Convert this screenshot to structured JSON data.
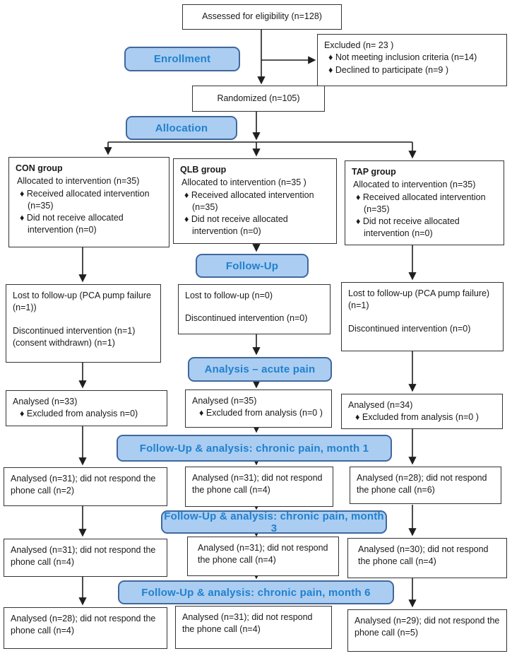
{
  "top": {
    "assessed": "Assessed for eligibility (n=128)",
    "excluded_title": "Excluded  (n= 23  )",
    "excluded_items": [
      "♦  Not meeting inclusion criteria (n=14)",
      "♦  Declined to participate (n=9 )"
    ],
    "randomized": "Randomized (n=105)"
  },
  "labels": {
    "enrollment": "Enrollment",
    "allocation": "Allocation",
    "followup": "Follow-Up",
    "analysis_acute": "Analysis – acute pain",
    "month1": "Follow-Up & analysis: chronic pain, month 1",
    "month3": "Follow-Up & analysis: chronic pain, month 3",
    "month6": "Follow-Up & analysis: chronic pain, month 6"
  },
  "allocation": {
    "con": {
      "title": "CON group",
      "line": "Allocated to intervention (n=35)",
      "bullets": [
        "♦ Received allocated intervention (n=35)",
        "♦ Did not receive allocated intervention (n=0)"
      ]
    },
    "qlb": {
      "title": "QLB group",
      "line": "Allocated to intervention (n=35 )",
      "bullets": [
        "♦ Received allocated intervention (n=35)",
        "♦ Did not receive allocated intervention (n=0)"
      ]
    },
    "tap": {
      "title": "TAP group",
      "line": "Allocated to intervention (n=35)",
      "bullets": [
        "♦ Received allocated intervention (n=35)",
        "♦ Did not receive allocated intervention  (n=0)"
      ]
    }
  },
  "followup": {
    "con": {
      "l1": "Lost to follow-up (PCA pump failure (n=1))",
      "l2": "Discontinued intervention (n=1) (consent withdrawn) (n=1)"
    },
    "qlb": {
      "l1": "Lost to follow-up (n=0)",
      "l2": "Discontinued intervention (n=0)"
    },
    "tap": {
      "l1": "Lost to follow-up (PCA pump failure) (n=1)",
      "l2": "Discontinued intervention (n=0)"
    }
  },
  "analysis_acute": {
    "con": {
      "line": "Analysed  (n=33)",
      "bullet": "♦ Excluded from analysis n=0)"
    },
    "qlb": {
      "line": "Analysed  (n=35)",
      "bullet": "♦ Excluded from analysis  (n=0 )"
    },
    "tap": {
      "line": "Analysed  (n=34)",
      "bullet": "♦ Excluded from analysis  (n=0 )"
    }
  },
  "month1": {
    "con": "Analysed  (n=31); did not respond the phone call (n=2)",
    "qlb": "Analysed  (n=31); did not respond the phone call (n=4)",
    "tap": "Analysed  (n=28); did not respond the phone call (n=6)"
  },
  "month3": {
    "con": "Analysed  (n=31); did not respond the phone call (n=4)",
    "qlb": "Analysed  (n=31); did not respond the phone call (n=4)",
    "tap": "Analysed  (n=30); did not respond the phone call (n=4)"
  },
  "month6": {
    "con": "Analysed  (n=28); did not respond the phone call (n=4)",
    "qlb": "Analysed  (n=31); did not respond the phone call (n=4)",
    "tap": "Analysed  (n=29); did not respond the phone call (n=5)"
  }
}
